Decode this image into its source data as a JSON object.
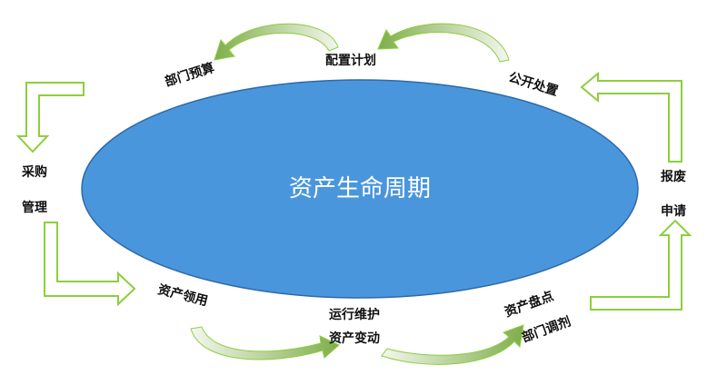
{
  "center_label": "资产生命周期",
  "stages": {
    "budget": "部门预算",
    "plan": "配置计划",
    "dispose": "公开处置",
    "purchase_1": "采购",
    "purchase_2": "管理",
    "scrap_1": "报废",
    "scrap_2": "申请",
    "receive": "资产领用",
    "maintain_1": "运行维护",
    "maintain_2": "资产变动",
    "inventory_1": "资产盘点",
    "inventory_2": "部门调剂"
  },
  "colors": {
    "ellipse_fill": "#4a96dc",
    "ellipse_stroke": "#2f6aa8",
    "arrow_stroke": "#8ccf3c",
    "arrow_fill": "#ffffff",
    "curve_gradient_start": "#f4f6ef",
    "curve_gradient_end": "#7fae4a"
  }
}
